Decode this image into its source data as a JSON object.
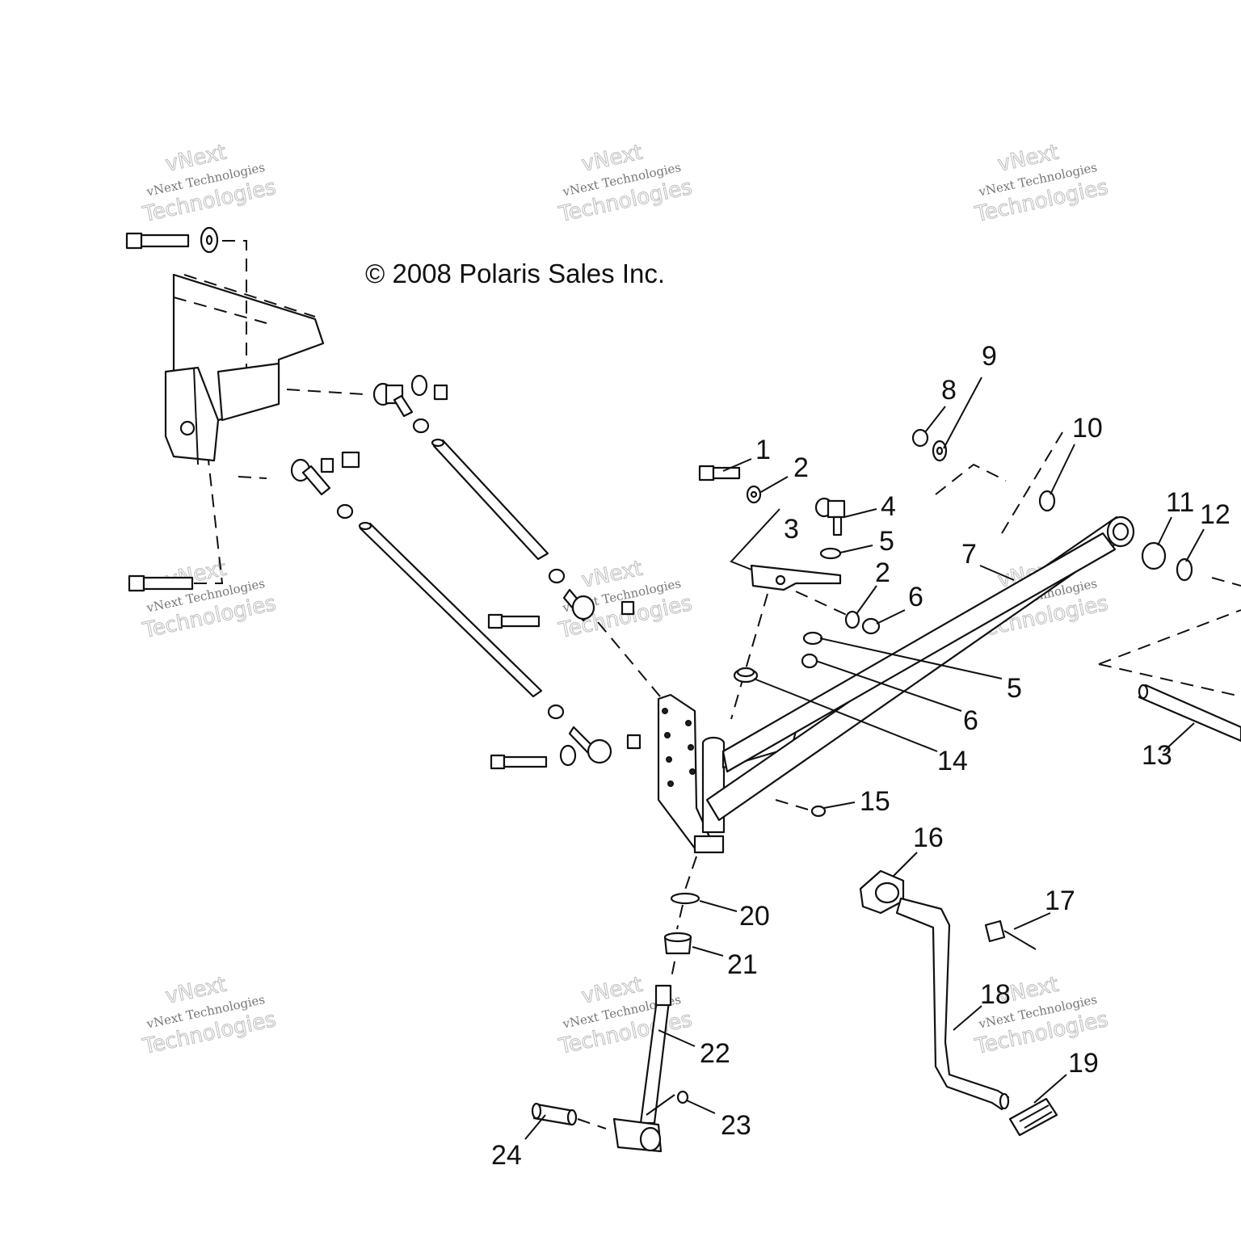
{
  "copyright": "© 2008 Polaris Sales Inc.",
  "watermark": {
    "brand": "vNext",
    "small": "vNext Technologies",
    "big": "Technologies"
  },
  "callouts": [
    "1",
    "2",
    "3",
    "4",
    "5",
    "2",
    "6",
    "7",
    "8",
    "9",
    "10",
    "11",
    "12",
    "5",
    "6",
    "13",
    "14",
    "15",
    "16",
    "17",
    "18",
    "19",
    "20",
    "21",
    "22",
    "23",
    "24"
  ]
}
